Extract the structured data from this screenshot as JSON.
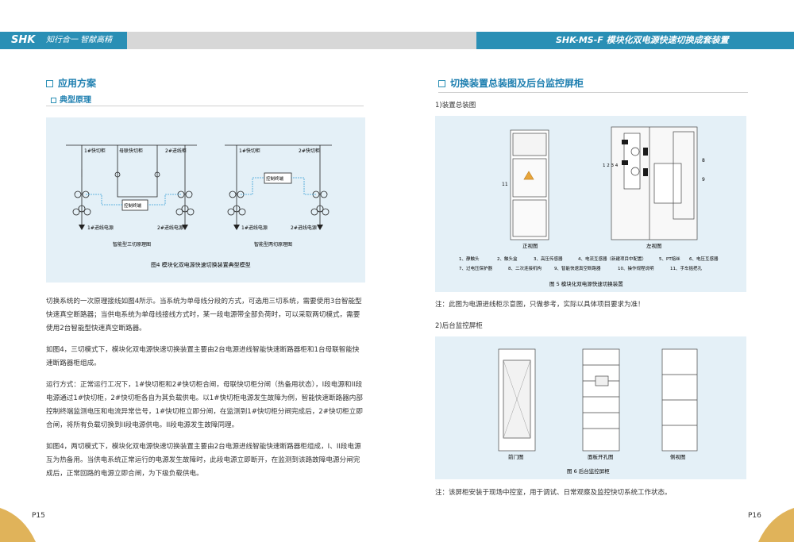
{
  "header": {
    "logo": "SHK",
    "slogan": "知行合一 智献高精",
    "product_title": "SHK-MS-F  模块化双电源快速切换成套装置"
  },
  "left": {
    "section_title": "应用方案",
    "subsection_title": "典型原理",
    "diagram": {
      "labels_a": {
        "c1": "1#快切柜",
        "c2": "母联快切柜",
        "c3": "2#进线柜",
        "ctrl": "控制终端",
        "in1": "1#进线电源",
        "in2": "2#进线电源",
        "caption": "智能型三切原理图"
      },
      "labels_b": {
        "c1": "1#快切柜",
        "c2": "2#快切柜",
        "ctrl": "控制终端",
        "in1": "1#进线电源",
        "in2": "2#进线电源",
        "caption": "智能型两切原理图"
      }
    },
    "fig_caption": "图4  模块化双电源快速切换装置典型模型",
    "paragraphs": [
      "切换系统的一次原理接线如图4所示。当系统为单母线分段的方式，可选用三切系统，需要使用3台智能型快速真空断路器；当供电系统为单母线接线方式时，某一段电源带全部负荷时，可以采取两切模式，需要使用2台智能型快速真空断路器。",
      "如图4，三切模式下，模块化双电源快速切换装置主要由2台电源进线智能快速断路器柜和1台母联智能快速断路器柜组成。",
      "运行方式：正常运行工况下，1#快切柜和2#快切柜合闸，母联快切柜分闸（热备用状态），I段电源和II段电源通过1#快切柜，2#快切柜各自为其负载供电。以1#快切柜电源发生故障为例，智能快速断路器内部控制终端监测电压和电流异常信号，1#快切柜立即分闸，在监测到1#快切柜分闸完成后，2#快切柜立即合闸，将所有负载切换到II段电源供电。II段电源发生故障同理。",
      "如图4，两切模式下，模块化双电源快速切换装置主要由2台电源进线智能快速断路器柜组成，I、II段电源互为热备用。当供电系统正常运行的电源发生故障时，此段电源立即断开，在监测到该路故障电源分闸完成后，正常回路的电源立即合闸，为下级负载供电。"
    ],
    "page_number": "P15"
  },
  "right": {
    "section_title": "切换装置总装图及后台监控屏柜",
    "sub1": "1)装置总装图",
    "front_label": "正视图",
    "side_label": "左视图",
    "legend_row1": [
      "1、静触头",
      "2、触头盒",
      "3、高压传感器",
      "4、电流互感器（新建项目中配置）",
      "5、PT熔丝",
      "6、电压互感器"
    ],
    "legend_row2": [
      "7、过电压保护器",
      "8、二次连接机构",
      "9、智能快速真空断路器",
      "10、操作规程说明",
      "11、手车摇把孔"
    ],
    "fig5_caption": "图 5  模块化双电源快速切换装置",
    "note1": "注：此图为电源进线柜示意图，只做参考，实际以具体项目要求为准！",
    "sub2": "2)后台监控屏柜",
    "panel_labels": [
      "前门图",
      "面板开孔图",
      "侧视图"
    ],
    "fig6_caption": "图 6  后台监控屏柜",
    "note2": "注：该屏柜安装于现场中控室，用于调试、日常观察及监控快切系统工作状态。",
    "page_number": "P16"
  },
  "colors": {
    "accent": "#2a8fb5",
    "figure_bg": "#e4f0f7",
    "gold": "#e0b35a"
  }
}
